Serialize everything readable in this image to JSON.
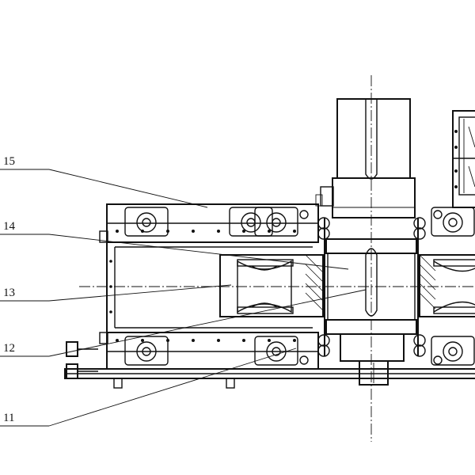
{
  "drawing": {
    "callouts": [
      {
        "id": "15",
        "label": "15"
      },
      {
        "id": "14",
        "label": "14"
      },
      {
        "id": "13",
        "label": "13"
      },
      {
        "id": "12",
        "label": "12"
      },
      {
        "id": "11",
        "label": "11"
      }
    ]
  }
}
